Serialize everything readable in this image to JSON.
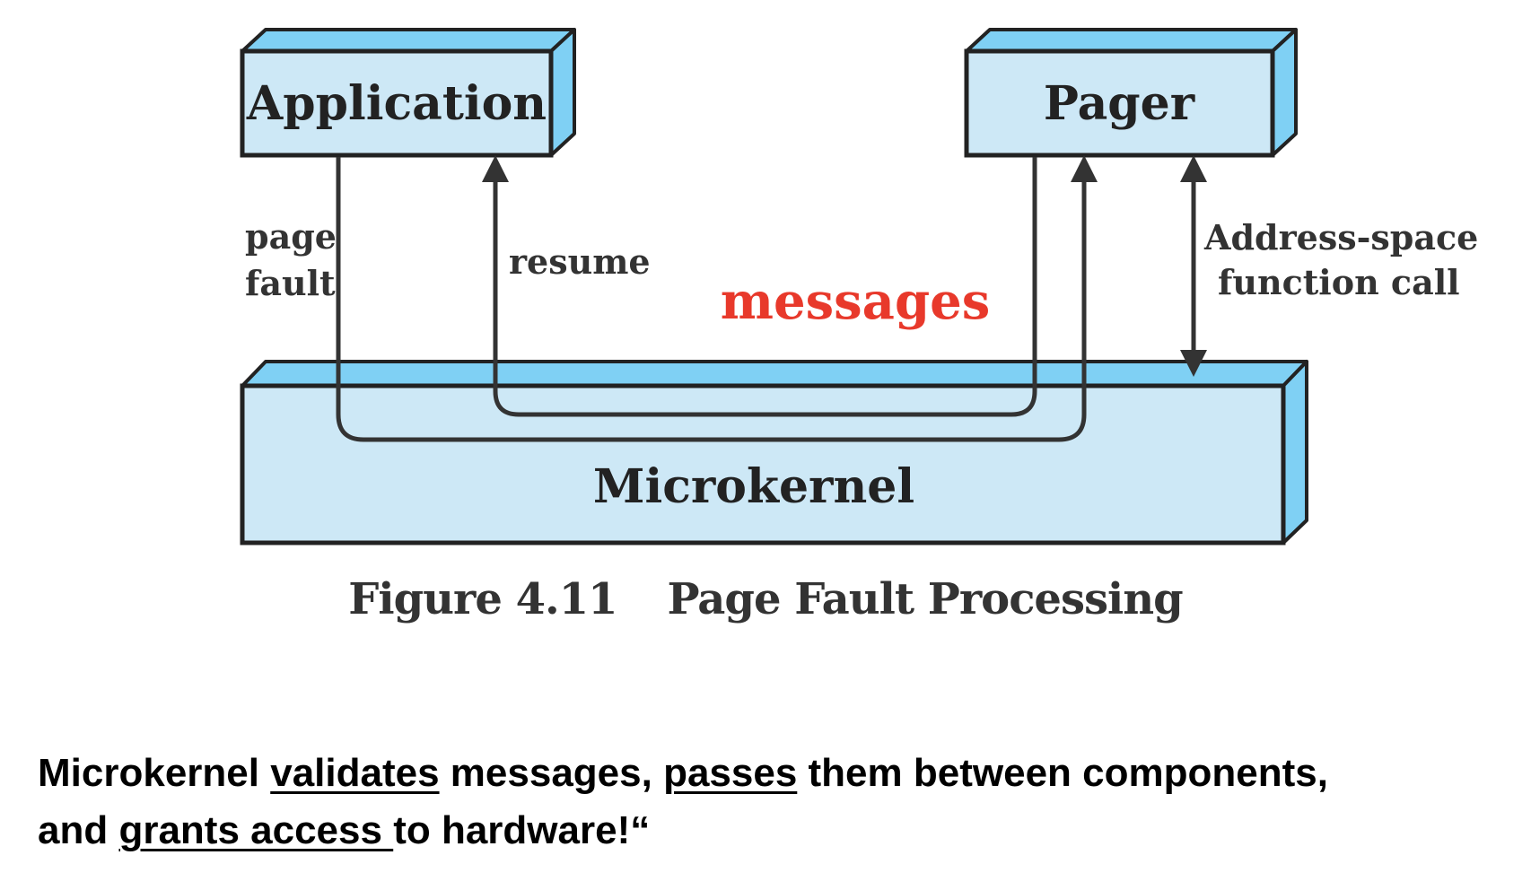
{
  "diagram": {
    "boxes": {
      "application": "Application",
      "pager": "Pager",
      "microkernel": "Microkernel"
    },
    "labels": {
      "page_fault_line1": "page",
      "page_fault_line2": "fault",
      "resume": "resume",
      "messages": "messages",
      "address_space_line1": "Address-space",
      "address_space_line2": "function call"
    },
    "caption": {
      "figure_number": "Figure 4.11",
      "figure_title": "Page Fault Processing"
    }
  },
  "note": {
    "part1": "Microkernel ",
    "validates": "validates",
    "part2": " messages, ",
    "passes": "passes",
    "part3": " them between components,",
    "part4": "and ",
    "grants_access": "grants access ",
    "part5": "to hardware!“"
  },
  "colors": {
    "box_fill": "#cde8f6",
    "box_edge": "#7fd0f4",
    "outline": "#222222",
    "messages_red": "#e8392b"
  }
}
